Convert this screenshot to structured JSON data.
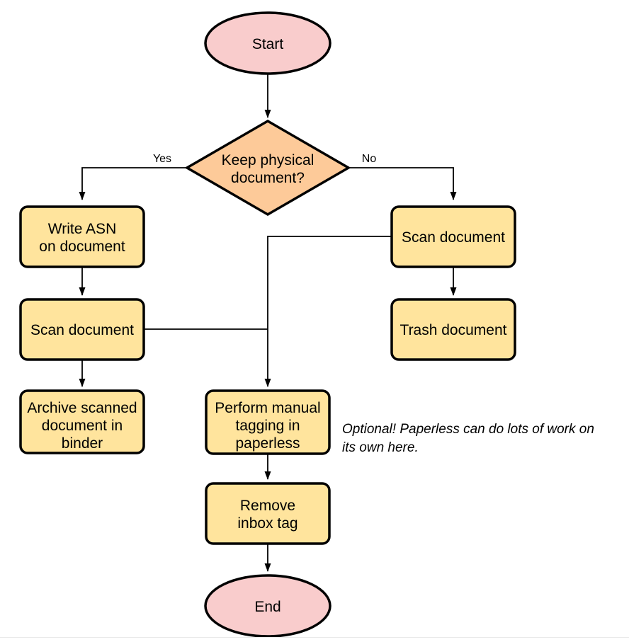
{
  "diagram": {
    "nodes": {
      "start": {
        "type": "terminal",
        "label": "Start"
      },
      "decision": {
        "type": "decision",
        "lines": [
          "Keep physical",
          "document?"
        ]
      },
      "write_asn": {
        "type": "process",
        "lines": [
          "Write ASN",
          "on document"
        ]
      },
      "scan_left": {
        "type": "process",
        "label": "Scan document"
      },
      "archive": {
        "type": "process",
        "lines": [
          "Archive scanned",
          "document in",
          "binder"
        ]
      },
      "scan_right": {
        "type": "process",
        "label": "Scan document"
      },
      "trash": {
        "type": "process",
        "label": "Trash document"
      },
      "tagging": {
        "type": "process",
        "lines": [
          "Perform manual",
          "tagging in",
          "paperless"
        ]
      },
      "remove_inbox": {
        "type": "process",
        "lines": [
          "Remove",
          "inbox tag"
        ]
      },
      "end": {
        "type": "terminal",
        "label": "End"
      }
    },
    "edge_labels": {
      "yes": "Yes",
      "no": "No"
    },
    "annotation": {
      "lines": [
        "Optional! Paperless can do lots of work on",
        "its own here."
      ]
    },
    "colors": {
      "terminal_fill": "#f9cccc",
      "process_fill": "#ffe49d",
      "decision_fill": "#fdca99",
      "stroke": "#000000",
      "page_divider": "#e9e9e9"
    }
  }
}
